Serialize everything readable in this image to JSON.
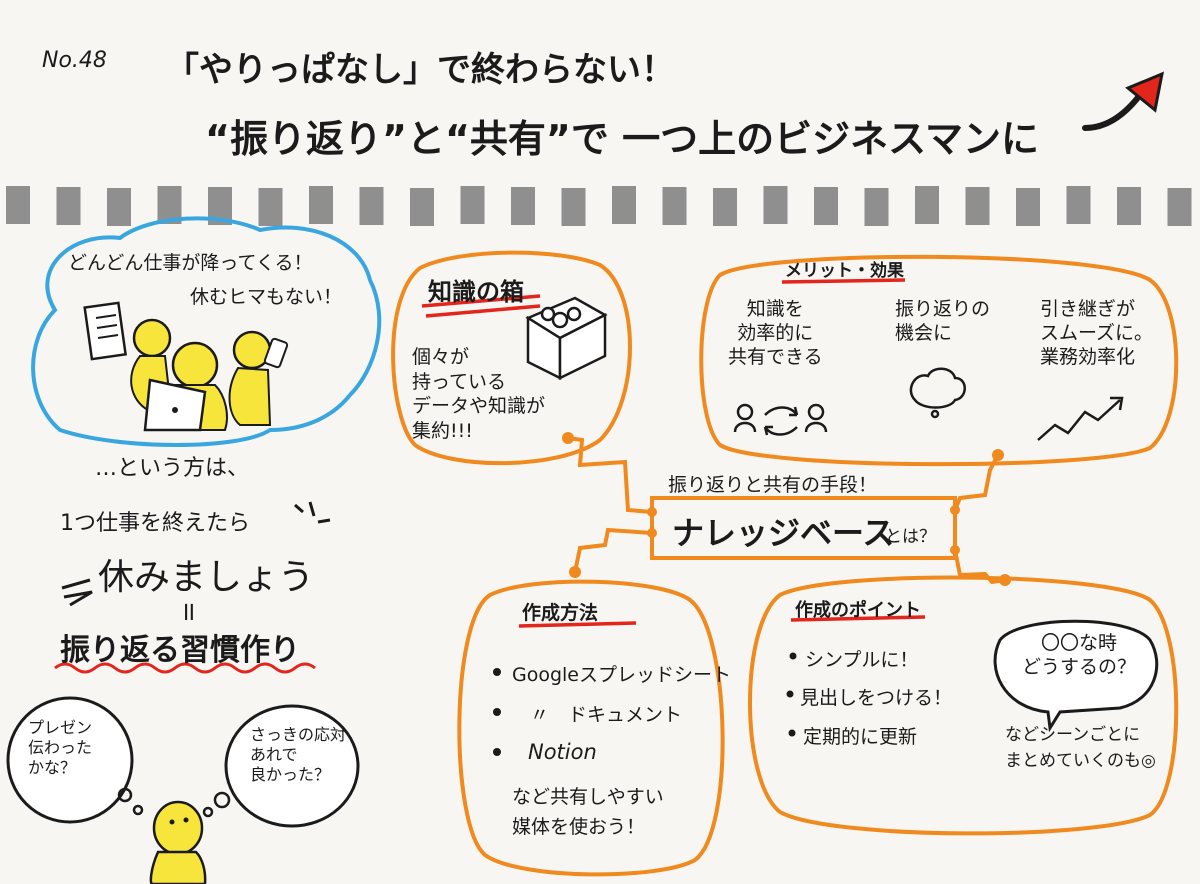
{
  "header": {
    "number": "No.48",
    "title_line1": "「やりっぱなし」で終わらない！",
    "title_line2": "“振り返り”と“共有”で 一つ上のビジネスマンに"
  },
  "left_panel": {
    "bubble_line1": "どんどん仕事が降ってくる！",
    "bubble_line2": "休むヒマもない！",
    "intro": "…という方は、",
    "after_work": "1つ仕事を終えたら",
    "rest": "休みましょう",
    "equals": "॥",
    "habit": "振り返る習慣作り",
    "thought_left": "プレゼン\n伝わった\nかな？",
    "thought_right": "さっきの応対\nあれで\n良かった？"
  },
  "center": {
    "subtitle": "振り返りと共有の手段！",
    "title": "ナレッジベース",
    "title_suffix": "とは？"
  },
  "knowledge_box": {
    "heading": "知識の箱",
    "body": "個々が\n持っている\nデータや知識が\n集約!!!"
  },
  "merits": {
    "heading": "メリット・効果",
    "item1": "知識を\n効率的に\n共有できる",
    "item2": "振り返りの\n機会に",
    "item3": "引き継ぎが\nスムーズに。\n業務効率化"
  },
  "methods": {
    "heading": "作成方法",
    "items": [
      "Googleスプレッドシート",
      "〃　ドキュメント",
      "Notion"
    ],
    "footer": "など共有しやすい\n媒体を使おう！"
  },
  "points": {
    "heading": "作成のポイント",
    "items": [
      "シンプルに！",
      "見出しをつける！",
      "定期的に更新"
    ],
    "speech": "〇〇な時\nどうするの？",
    "footer": "などシーンごとに\nまとめていくのも◎"
  },
  "colors": {
    "orange": "#f08a1e",
    "red": "#e3251b",
    "yellow": "#f7e53b",
    "blue": "#3aa6e0",
    "gray": "#8f8f8f"
  }
}
